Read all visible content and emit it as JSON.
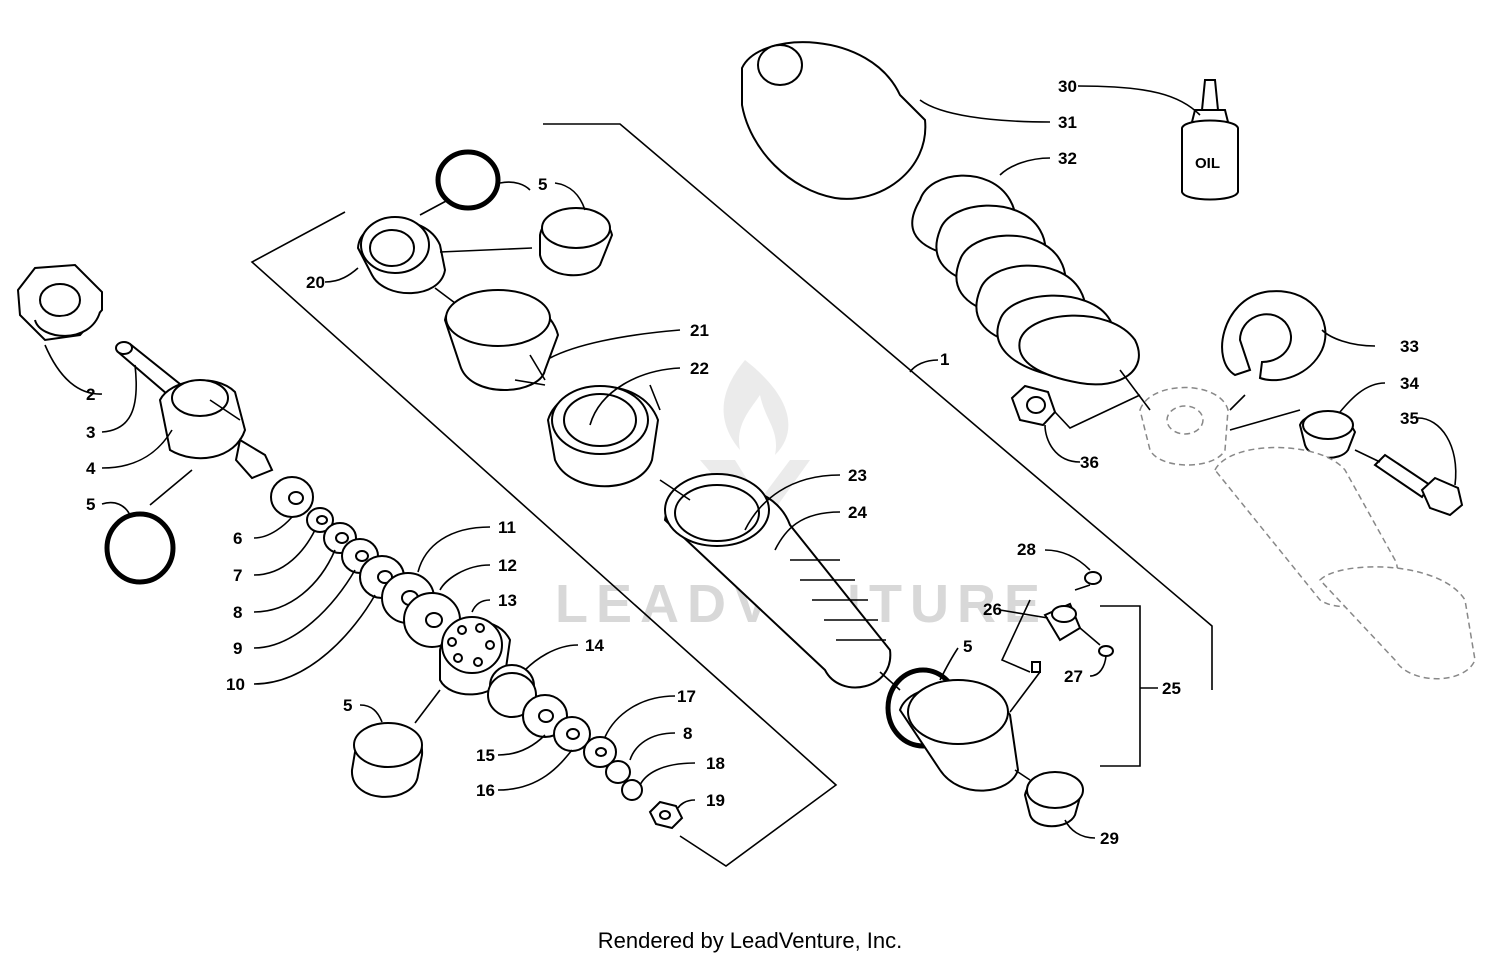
{
  "watermark": "LEADVENTURE",
  "oil_label": "OIL",
  "footer": "Rendered by LeadVenture, Inc.",
  "callouts": {
    "c1": "1",
    "c2": "2",
    "c3": "3",
    "c4": "4",
    "c5a": "5",
    "c5b": "5",
    "c5c": "5",
    "c5d": "5",
    "c6": "6",
    "c7": "7",
    "c8a": "8",
    "c8b": "8",
    "c9": "9",
    "c10": "10",
    "c11": "11",
    "c12": "12",
    "c13": "13",
    "c14": "14",
    "c15": "15",
    "c16": "16",
    "c17": "17",
    "c18": "18",
    "c19": "19",
    "c20": "20",
    "c21": "21",
    "c22": "22",
    "c23": "23",
    "c24": "24",
    "c25": "25",
    "c26": "26",
    "c27": "27",
    "c28": "28",
    "c29": "29",
    "c30": "30",
    "c31": "31",
    "c32": "32",
    "c33": "33",
    "c34": "34",
    "c35": "35",
    "c36": "36"
  }
}
